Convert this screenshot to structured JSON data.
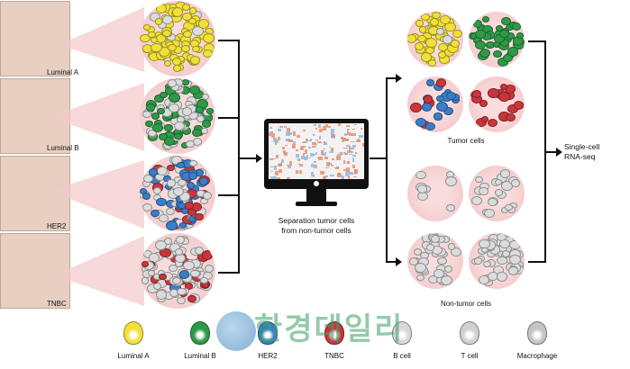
{
  "subtypes": [
    {
      "label": "Luminal A",
      "color": "#f2e03a"
    },
    {
      "label": "Luminal B",
      "color": "#2e9a48"
    },
    {
      "label": "HER2",
      "color": "#3a7ec8"
    },
    {
      "label": "TNBC",
      "color": "#c8363c"
    }
  ],
  "center": {
    "caption_line1": "Separation tumor cells",
    "caption_line2": "from non-tumor cells"
  },
  "groups": {
    "tumor": "Tumor cells",
    "non_tumor": "Non-tumor cells"
  },
  "output": {
    "line1": "Single-cell",
    "line2": "RNA-seq"
  },
  "legend": [
    {
      "label": "Luminal A",
      "color": "#f2e03a"
    },
    {
      "label": "Luminal B",
      "color": "#2e9a48"
    },
    {
      "label": "HER2",
      "color": "#3a7ec8"
    },
    {
      "label": "TNBC",
      "color": "#c8363c"
    },
    {
      "label": "B cell",
      "color": "#d8d8d8"
    },
    {
      "label": "T cell",
      "color": "#d0d0d0"
    },
    {
      "label": "Macrophage",
      "color": "#c4c4c4"
    }
  ],
  "watermark": "한경데일리"
}
